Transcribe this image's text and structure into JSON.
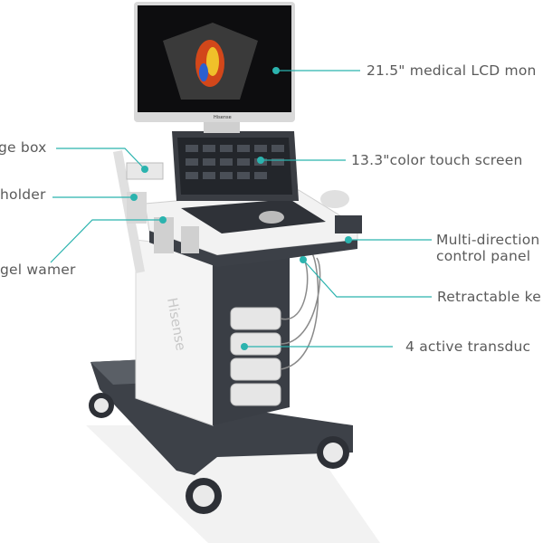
{
  "brand": "Hisense",
  "accent_color": "#2bb3ae",
  "callouts": {
    "monitor": "21.5\" medical LCD mon",
    "touch_screen": "13.3\"color touch screen",
    "storage_box": "ge box",
    "holder": "holder",
    "gel_warmer": "gel wamer",
    "control_panel_line1": "Multi-direction",
    "control_panel_line2": "control panel",
    "keyboard": "Retractable ke",
    "transducers": "4 active transduc"
  }
}
